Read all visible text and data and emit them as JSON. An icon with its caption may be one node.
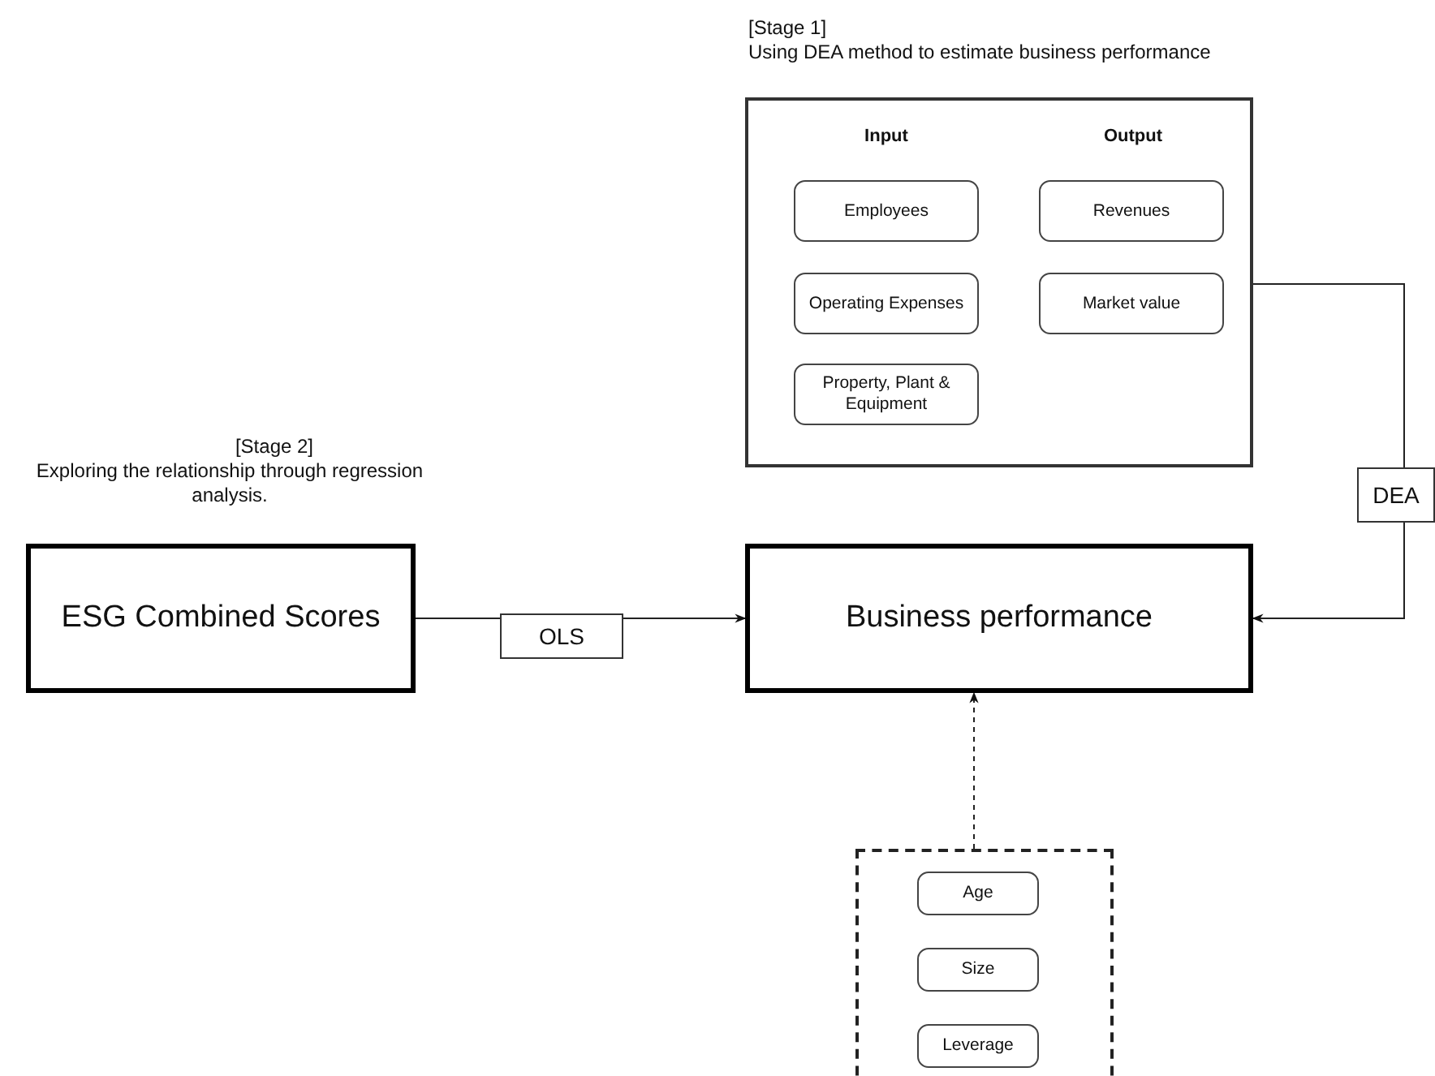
{
  "diagram": {
    "nodes": [
      {
        "text": [
          "[Stage 1]",
          "Using DEA method to estimate business performance",
          "Input",
          "Output"
        ]
      },
      {
        "text": [
          "Employees"
        ],
        "in": 0
      },
      {
        "text": [
          "Revenues"
        ],
        "in": 0
      },
      {
        "text": [
          "Operating Expenses"
        ],
        "in": 0
      },
      {
        "text": [
          "Market value"
        ],
        "in": 0
      },
      {
        "text": [
          "Property, Plant & Equipment"
        ],
        "in": 0
      },
      {
        "text": [
          "[Stage 2]",
          "Exploring the relationship through regression analysis.",
          "ESG Combined Scores"
        ]
      },
      {
        "text": [
          "Business performance"
        ]
      },
      {
        "text": [],
        "shape": "box"
      },
      {
        "text": [
          "Age"
        ],
        "in": 8
      },
      {
        "text": [
          "Size"
        ],
        "in": 8
      },
      {
        "text": [
          "Leverage"
        ],
        "in": 8
      }
    ],
    "edges": [
      {
        "from": 6,
        "to": 7,
        "arrow": "to",
        "label": "OLS"
      },
      {
        "from": 0,
        "to": 7,
        "arrow": "to",
        "label": "DEA"
      },
      {
        "from": 8,
        "to": 7,
        "arrow": "to",
        "style": "dashed"
      }
    ]
  }
}
